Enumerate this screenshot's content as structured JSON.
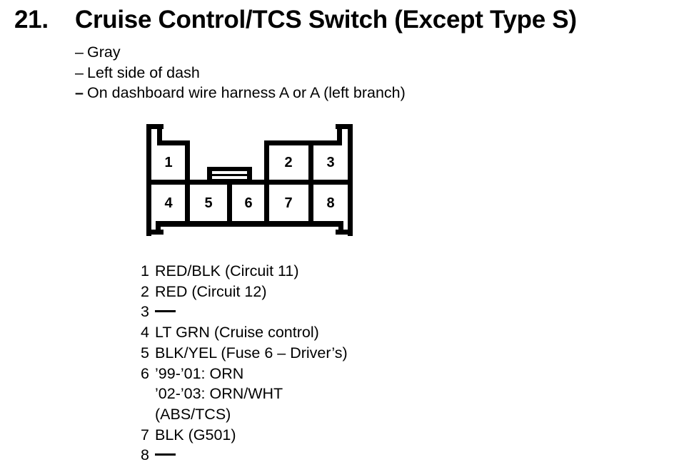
{
  "heading": {
    "number": "21.",
    "title": "Cruise Control/TCS Switch (Except Type S)"
  },
  "attributes": {
    "dash": "–",
    "items": [
      "Gray",
      "Left side of dash",
      "On dashboard wire harness A or A (left branch)"
    ]
  },
  "connector": {
    "description": "8-cavity connector, front view, two rows with center latch",
    "cells": [
      "1",
      "2",
      "3",
      "4",
      "5",
      "6",
      "7",
      "8"
    ],
    "line_color": "#000000",
    "background": "#ffffff"
  },
  "pins": [
    {
      "num": "1",
      "lines": [
        "RED/BLK (Circuit 11)"
      ]
    },
    {
      "num": "2",
      "lines": [
        "RED (Circuit 12)"
      ]
    },
    {
      "num": "3",
      "symbol": "no-connection-dash",
      "lines": []
    },
    {
      "num": "4",
      "lines": [
        "LT GRN (Cruise control)"
      ]
    },
    {
      "num": "5",
      "lines": [
        "BLK/YEL (Fuse 6 – Driver’s)"
      ]
    },
    {
      "num": "6",
      "lines": [
        "’99-’01: ORN",
        "’02-’03: ORN/WHT",
        "(ABS/TCS)"
      ]
    },
    {
      "num": "7",
      "lines": [
        "BLK (G501)"
      ]
    },
    {
      "num": "8",
      "symbol": "no-connection-dash",
      "lines": []
    }
  ]
}
